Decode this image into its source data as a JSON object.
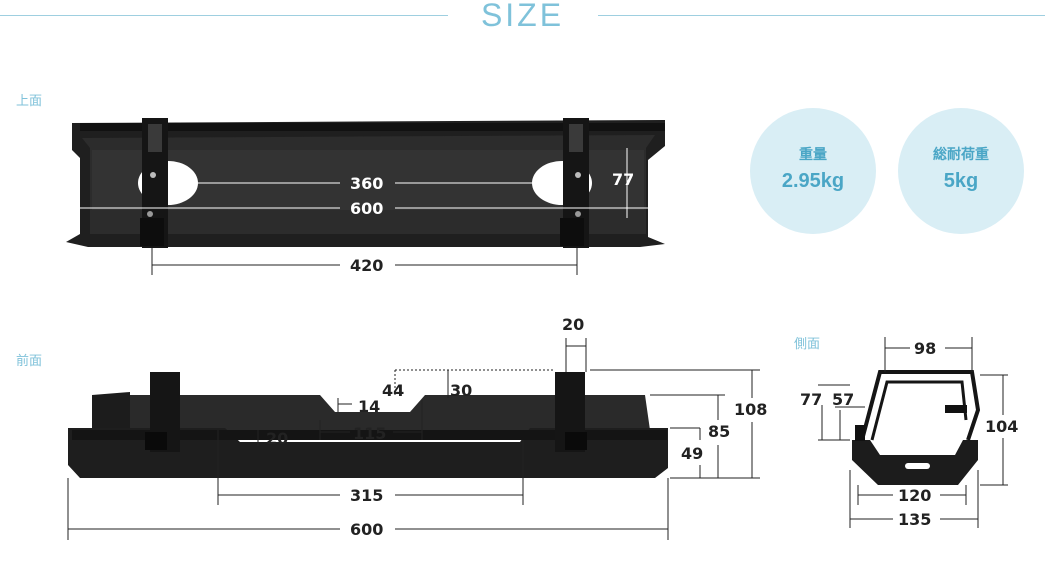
{
  "header": {
    "title": "SIZE"
  },
  "views": {
    "top": {
      "label": "上面",
      "dims": {
        "d360": "360",
        "d600": "600",
        "d77": "77",
        "d420": "420"
      }
    },
    "front": {
      "label": "前面",
      "dims": {
        "d20top": "20",
        "d44": "44",
        "d30": "30",
        "d14": "14",
        "d115": "115",
        "d20left": "20",
        "d108": "108",
        "d85": "85",
        "d49": "49",
        "d315": "315",
        "d600": "600"
      }
    },
    "side": {
      "label": "側面",
      "dims": {
        "d98": "98",
        "d77": "77",
        "d57": "57",
        "d104": "104",
        "d120": "120",
        "d135": "135"
      }
    }
  },
  "specs": [
    {
      "label": "重量",
      "value": "2.95kg"
    },
    {
      "label": "総耐荷重",
      "value": "5kg"
    }
  ],
  "colors": {
    "accent": "#7fc2da",
    "circle_bg": "#d9eef5",
    "product": "#1f1f1f"
  }
}
